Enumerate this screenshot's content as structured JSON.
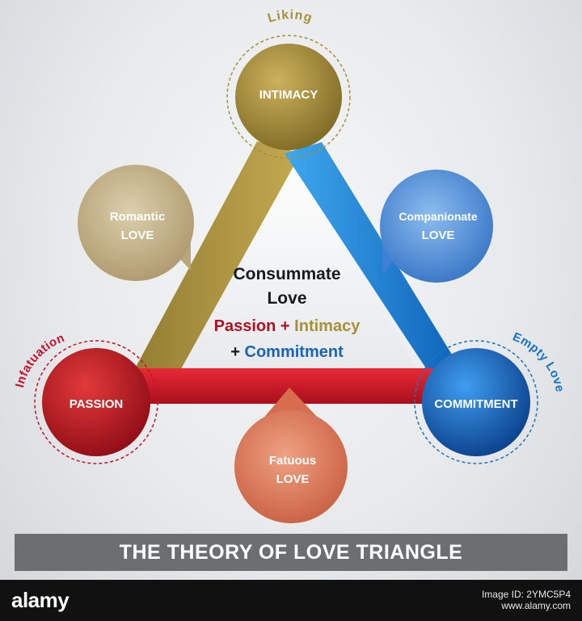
{
  "nodes": {
    "intimacy": "INTIMACY",
    "passion": "PASSION",
    "commitment": "COMMITMENT"
  },
  "ring_labels": {
    "liking": "Liking",
    "infatuation": "Infatuation",
    "empty_love": "Empty Love"
  },
  "bubbles": {
    "romantic_line1": "Romantic",
    "romantic_line2": "LOVE",
    "companionate_line1": "Companionate",
    "companionate_line2": "LOVE",
    "fatuous_line1": "Fatuous",
    "fatuous_line2": "LOVE"
  },
  "center": {
    "line1": "Consummate",
    "line2": "Love",
    "passion": "Passion",
    "plus1": "+",
    "intimacy": "Intimacy",
    "plus2": "+",
    "commitment": "Commitment"
  },
  "banner_title": "THE THEORY OF LOVE TRIANGLE",
  "footer": {
    "logo": "alamy",
    "image_id": "Image ID: 2YMC5P4",
    "site": "www.alamy.com"
  },
  "colors": {
    "intimacy": "#a88f3c",
    "passion": "#c8102e",
    "commitment": "#1a73c8",
    "romantic": "#c9b88e",
    "companionate": "#4d90dc",
    "fatuous": "#e07a5a",
    "banner": "#6c6e70"
  }
}
